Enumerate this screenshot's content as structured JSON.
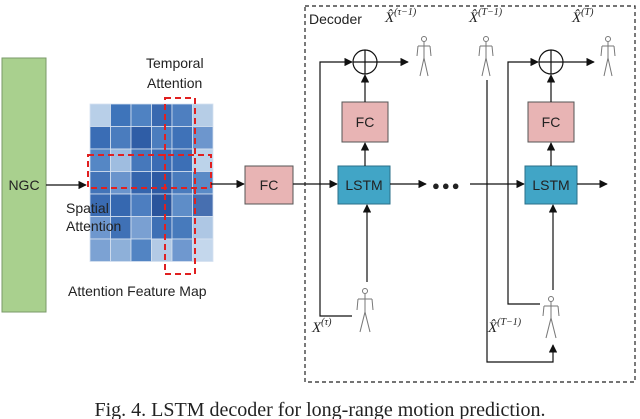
{
  "labels": {
    "ngc": "NGC",
    "temporal_line1": "Temporal",
    "temporal_line2": "Attention",
    "spatial_line1": "Spatial",
    "spatial_line2": "Attention",
    "feature_map": "Attention Feature Map",
    "fc_main": "FC",
    "decoder": "Decoder",
    "fc_dec1": "FC",
    "lstm1": "LSTM",
    "fc_dec2": "FC",
    "lstm2": "LSTM",
    "ellipsis": "●●●"
  },
  "math": {
    "out1_base": "X̂",
    "out1_sup": "(τ−1)",
    "out2_base": "X̂",
    "out2_sup": "(T−1)",
    "out3_base": "X̂",
    "out3_sup": "(T)",
    "in1_base": "X",
    "in1_sup": "(τ)",
    "in2_base": "X̂",
    "in2_sup": "(T−1)"
  },
  "caption": "Fig. 4. LSTM decoder for long-range motion prediction.",
  "heatmap": {
    "colors": [
      [
        "#b8cfe8",
        "#3e74ba",
        "#4f82c2",
        "#3969b0",
        "#4e7fc0",
        "#b6cde6"
      ],
      [
        "#3a6db5",
        "#4a7cbe",
        "#2f5da6",
        "#4b7dbe",
        "#3f72b8",
        "#6d96cd"
      ],
      [
        "#5587c5",
        "#9fbde0",
        "#4678bb",
        "#3b6cb4",
        "#3c6fb6",
        "#bcd3ea"
      ],
      [
        "#4374b8",
        "#6a94cc",
        "#3565ad",
        "#2e5aa3",
        "#4a7bbd",
        "#5a8ac6"
      ],
      [
        "#3a6bb2",
        "#3668b0",
        "#4d7ec0",
        "#2a549c",
        "#5e8dc8",
        "#476fb0"
      ],
      [
        "#6e97ce",
        "#3f71b6",
        "#7aa0d2",
        "#3e70b5",
        "#477abc",
        "#aec7e4"
      ],
      [
        "#7ca2d3",
        "#8eb0d9",
        "#5284c3",
        "#b3cae5",
        "#6f98cf",
        "#c4d7ec"
      ]
    ]
  }
}
